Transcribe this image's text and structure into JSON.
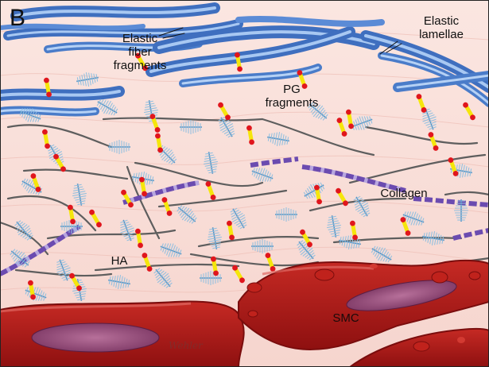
{
  "panel_letter": "B",
  "labels": {
    "elastic_fiber_fragments": "Elastic\nfiber\nfragments",
    "elastic_lamellae": "Elastic\nlamellae",
    "pg_fragments": "PG\nfragments",
    "collagen": "Collagen",
    "ha": "HA",
    "smc": "SMC"
  },
  "signature": "Wehler",
  "colors": {
    "background": "#f8dcd6",
    "elastic_fiber": "#4a7cc9",
    "elastic_fiber_light": "#9cc0ee",
    "proteoglycan": "#8fbfe0",
    "hyaluronan": "#5e5e5e",
    "collagen_purple": "#6b4bb0",
    "collagen_light": "#b7a6e0",
    "pg_fragment_red": "#e0161d",
    "pg_fragment_yellow": "#f5e60c",
    "smc_cell": "#b51a1a",
    "smc_nucleus": "#8e4a7a"
  }
}
